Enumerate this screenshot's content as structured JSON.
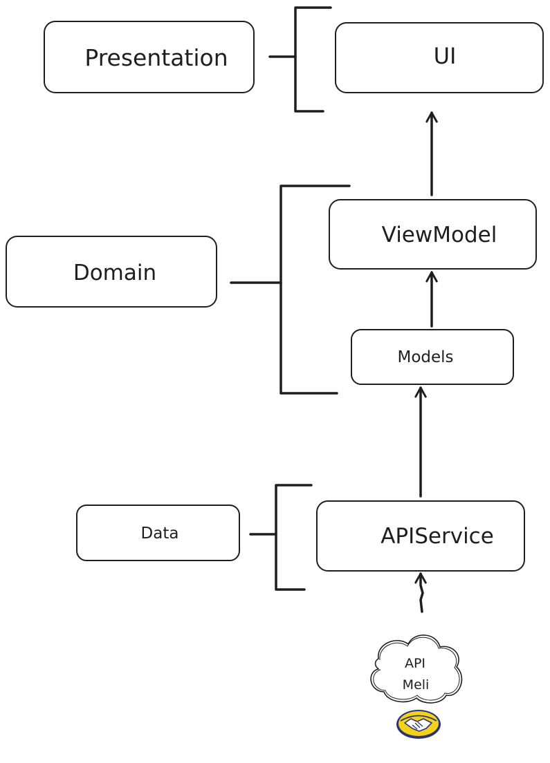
{
  "layers": {
    "presentation": "Presentation",
    "domain": "Domain",
    "data": "Data"
  },
  "components": {
    "ui": "UI",
    "viewmodel": "ViewModel",
    "models": "Models",
    "apiservice": "APIService"
  },
  "source": {
    "line1": "API",
    "line2": "Meli"
  },
  "colors": {
    "ink": "#1e1e1e",
    "logo_yellow": "#f2d21b",
    "logo_blue": "#2d3277"
  }
}
